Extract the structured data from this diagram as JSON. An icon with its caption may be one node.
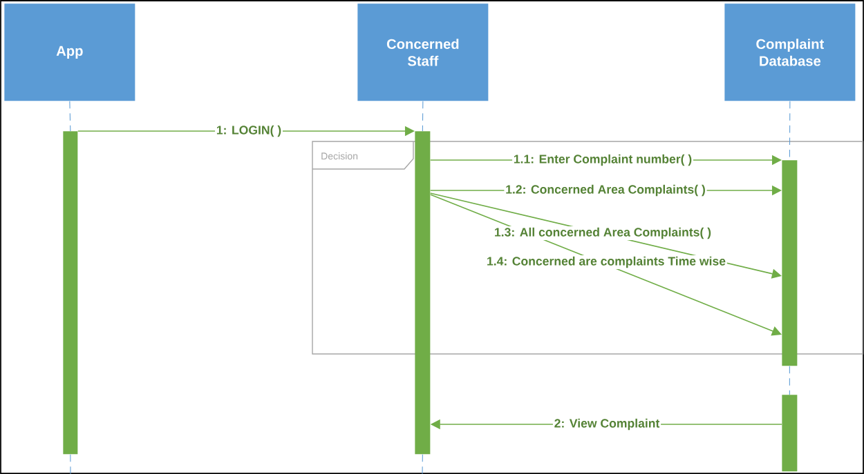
{
  "diagram": {
    "nodes": [
      {
        "text": [
          "App"
        ]
      },
      {
        "text": [
          "Concerned Staff"
        ]
      },
      {
        "text": [
          "Complaint Database"
        ]
      },
      {
        "text": [],
        "shape": "bar"
      },
      {
        "text": [],
        "shape": "bar"
      },
      {
        "text": [],
        "shape": "bar"
      },
      {
        "text": [],
        "shape": "bar"
      }
    ],
    "edges": [
      {
        "from": 0,
        "to": 3,
        "arrow": "none",
        "style": "dashed"
      },
      {
        "from": 1,
        "to": 4,
        "arrow": "none",
        "style": "dashed"
      },
      {
        "from": 2,
        "to": 5,
        "arrow": "none",
        "style": "dashed"
      },
      {
        "from": 5,
        "to": 6,
        "arrow": "none",
        "style": "dashed"
      },
      {
        "from": 3,
        "to": null,
        "arrow": "none",
        "style": "dashed"
      },
      {
        "from": 4,
        "to": null,
        "arrow": "none",
        "style": "dashed"
      },
      {
        "from": 3,
        "to": 4,
        "arrow": "to",
        "label": "1: LOGIN( )",
        "color": "#70ad47"
      },
      {
        "from": 4,
        "to": 5,
        "arrow": "to",
        "label": "1.1: Enter Complaint number( )",
        "color": "#70ad47"
      },
      {
        "from": 4,
        "to": 5,
        "arrow": "to",
        "label": "1.2: Concerned Area Complaints( )",
        "color": "#70ad47"
      },
      {
        "from": 4,
        "to": 5,
        "arrow": "to",
        "label": "1.3: All concerned Area Complaints( )",
        "color": "#70ad47"
      },
      {
        "from": 4,
        "to": 5,
        "arrow": "to",
        "label": "1.4: Concerned are complaints Time wise",
        "color": "#70ad47"
      },
      {
        "from": 6,
        "to": 4,
        "arrow": "to",
        "label": "2: View Complaint",
        "color": "#70ad47"
      }
    ],
    "labels": [
      "Decision"
    ]
  }
}
